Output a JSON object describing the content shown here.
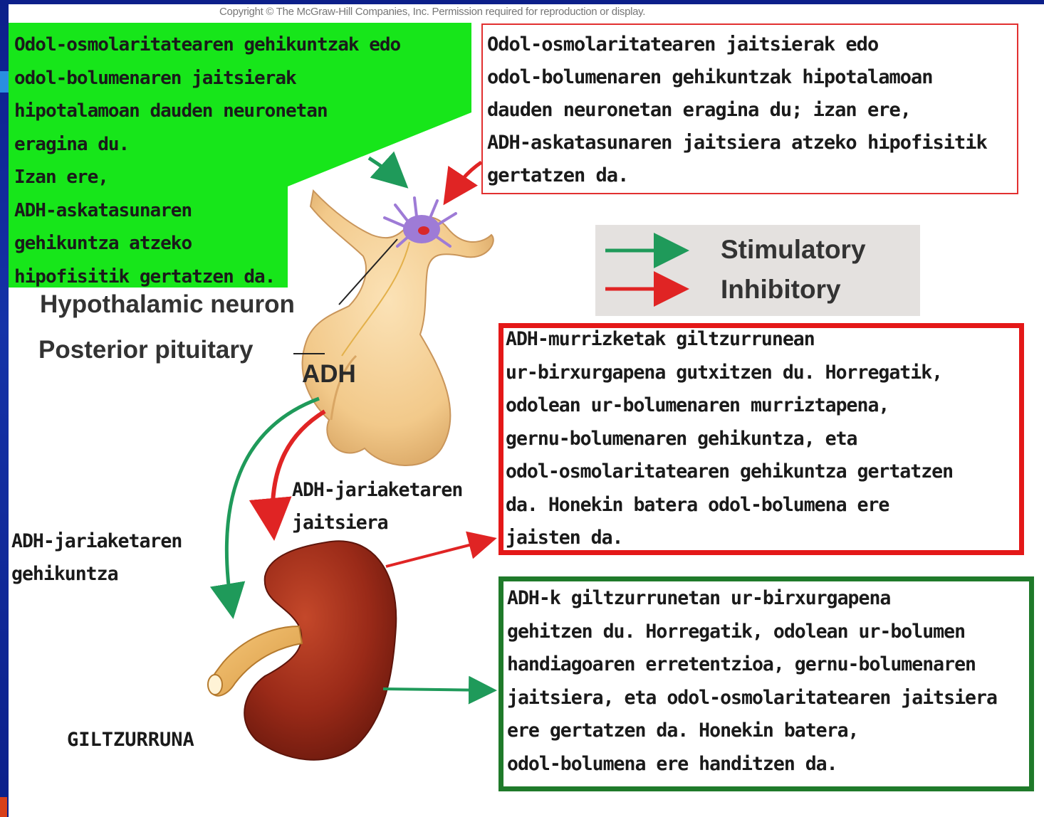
{
  "copyright": "Copyright © The McGraw-Hill Companies, Inc. Permission required for reproduction or display.",
  "boxes": {
    "top_left": "Odol-osmolaritatearen gehikuntzak edo\nodol-bolumenaren jaitsierak\nhipotalamoan dauden  neuronetan\neragina du.\nIzan ere,\nADH-askatasunaren\ngehikuntza atzeko\nhipofisitik gertatzen da.",
    "top_right": "Odol-osmolaritatearen jaitsierak edo\nodol-bolumenaren gehikuntzak hipotalamoan\ndauden neuronetan eragina du; izan ere,\nADH-askatasunaren jaitsiera atzeko hipofisitik\ngertatzen da.",
    "middle_right": "ADH-murrizketak giltzurrunean\nur-birxurgapena gutxitzen du. Horregatik,\nodolean ur-bolumenaren murriztapena,\ngernu-bolumenaren gehikuntza, eta\nodol-osmolaritatearen gehikuntza gertatzen\nda. Honekin batera odol-bolumena ere\njaisten da.",
    "bottom_right": " ADH-k giltzurrunetan ur-birxurgapena\ngehitzen du. Horregatik, odolean ur-bolumen\nhandiagoaren erretentzioa, gernu-bolumenaren\njaitsiera, eta odol-osmolaritatearen jaitsiera\nere gertatzen da. Honekin batera,\nodol-bolumena ere handitzen da."
  },
  "legend": {
    "stimulatory": "Stimulatory",
    "inhibitory": "Inhibitory",
    "stimulatory_color": "#1f9a5a",
    "inhibitory_color": "#e02424"
  },
  "labels": {
    "hypothalamic_neuron": "Hypothalamic neuron",
    "posterior_pituitary": "Posterior pituitary",
    "adh": "ADH",
    "adh_decrease": "ADH-jariaketaren\njaitsiera",
    "adh_increase": "ADH-jariaketaren\ngehikuntza",
    "kidney": "GILTZURRUNA"
  },
  "colors": {
    "green_box": "#17e61a",
    "red_border": "#e41818",
    "green_border": "#1f7a2a",
    "background": "#0c1f8a"
  }
}
